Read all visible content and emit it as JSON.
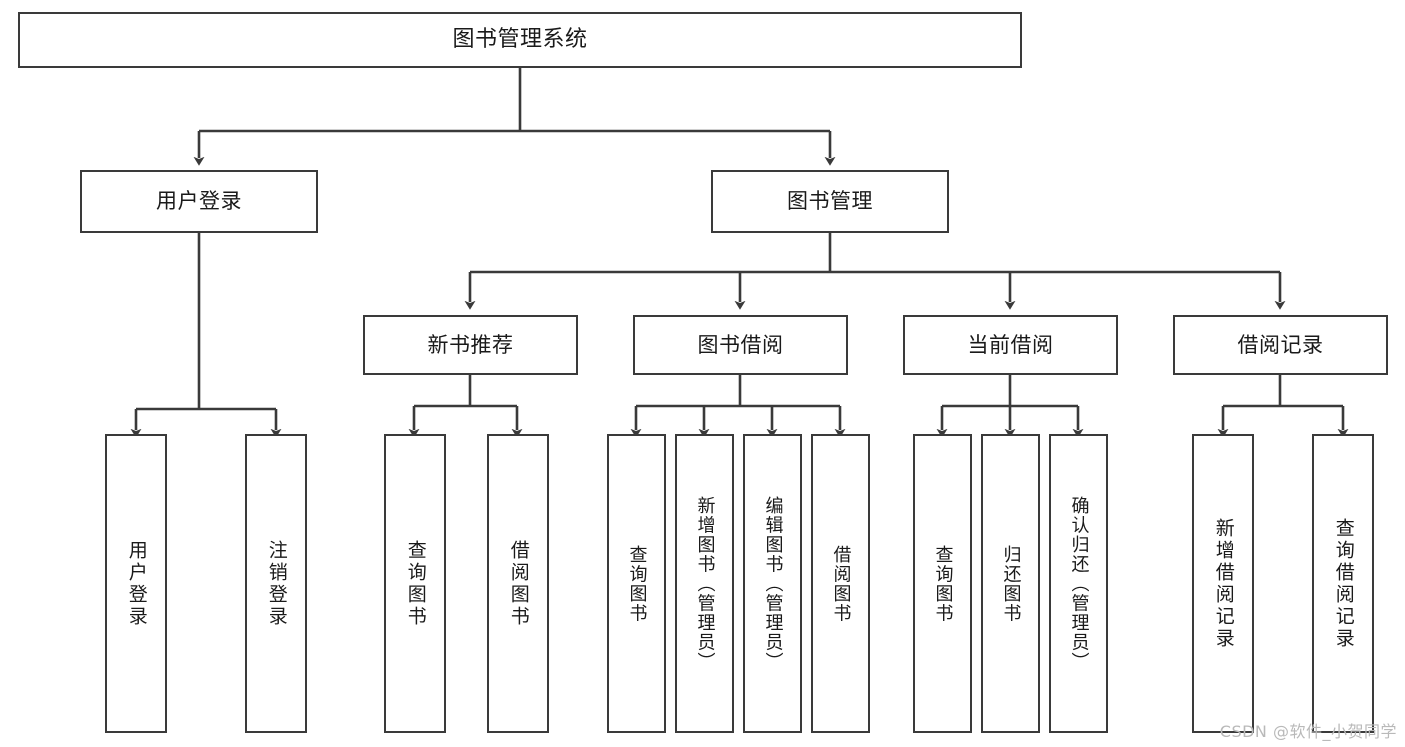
{
  "diagram": {
    "title": "图书管理系统",
    "type": "tree-hierarchy",
    "nodes": {
      "root": {
        "label": "图书管理系统"
      },
      "level2": [
        {
          "id": "user-login",
          "label": "用户登录"
        },
        {
          "id": "book-management",
          "label": "图书管理"
        }
      ],
      "level3": [
        {
          "id": "new-book-recommend",
          "label": "新书推荐"
        },
        {
          "id": "book-borrow",
          "label": "图书借阅"
        },
        {
          "id": "current-borrow",
          "label": "当前借阅"
        },
        {
          "id": "borrow-record",
          "label": "借阅记录"
        }
      ],
      "leaves": {
        "user-login": [
          {
            "id": "leaf-user-login",
            "label": "用户登录"
          },
          {
            "id": "leaf-user-logout",
            "label": "注销登录"
          }
        ],
        "new-book-recommend": [
          {
            "id": "leaf-query-book-1",
            "label": "查询图书"
          },
          {
            "id": "leaf-borrow-book-1",
            "label": "借阅图书"
          }
        ],
        "book-borrow": [
          {
            "id": "leaf-query-book-2",
            "label": "查询图书"
          },
          {
            "id": "leaf-add-book",
            "label": "新增图书（管理员）"
          },
          {
            "id": "leaf-edit-book",
            "label": "编辑图书（管理员）"
          },
          {
            "id": "leaf-borrow-book-2",
            "label": "借阅图书"
          }
        ],
        "current-borrow": [
          {
            "id": "leaf-query-book-3",
            "label": "查询图书"
          },
          {
            "id": "leaf-return-book",
            "label": "归还图书"
          },
          {
            "id": "leaf-confirm-return",
            "label": "确认归还（管理员）"
          }
        ],
        "borrow-record": [
          {
            "id": "leaf-add-record",
            "label": "新增借阅记录"
          },
          {
            "id": "leaf-query-record",
            "label": "查询借阅记录"
          }
        ]
      }
    },
    "colors": {
      "stroke": "#3a3a3a",
      "fill": "#ffffff",
      "text": "#1a1a1a",
      "watermark": "#b9b9b9"
    }
  },
  "watermark": {
    "text": "CSDN @软件_小贺同学"
  }
}
